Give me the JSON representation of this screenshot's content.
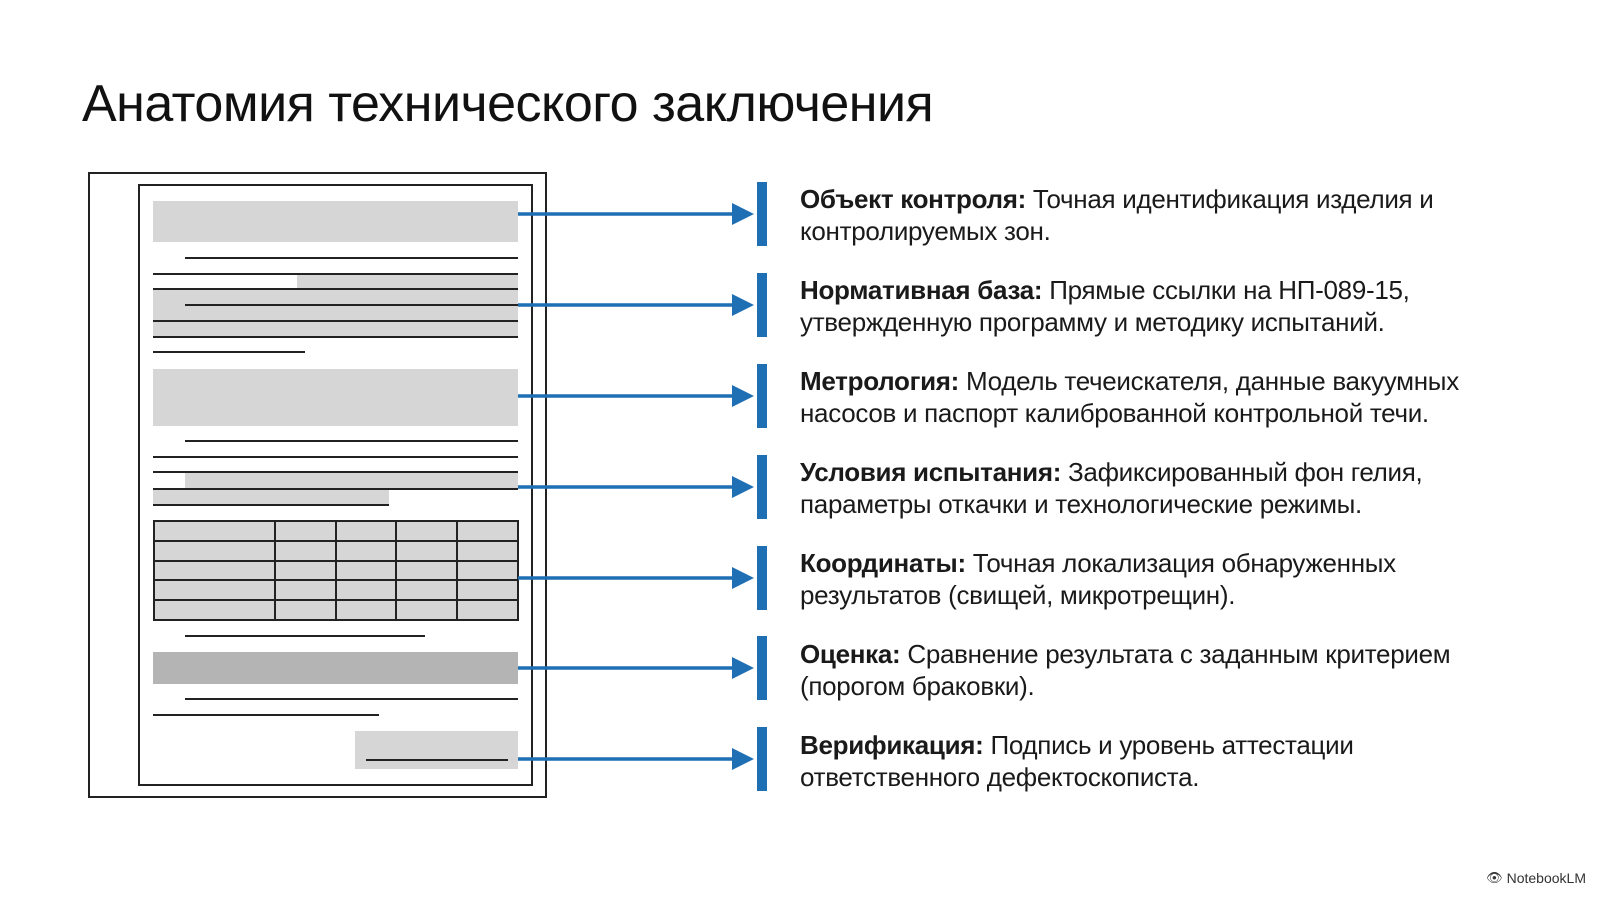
{
  "title": "Анатомия технического заключения",
  "accent_color": "#1f6fb5",
  "items": [
    {
      "label": "Объект контроля:",
      "text": "Точная идентификация изделия и контролируемых зон."
    },
    {
      "label": "Нормативная база:",
      "text": "Прямые ссылки на НП-089-15, утвержденную программу и методику испытаний."
    },
    {
      "label": "Метрология:",
      "text": "Модель течеискателя, данные вакуумных насосов и паспорт калиброванной контрольной течи."
    },
    {
      "label": "Условия испытания:",
      "text": "Зафиксированный фон гелия, параметры откачки и технологические режимы."
    },
    {
      "label": "Координаты:",
      "text": "Точная локализация обнаруженных результатов (свищей, микротрещин)."
    },
    {
      "label": "Оценка:",
      "text": "Сравнение результата с заданным критерием (порогом браковки)."
    },
    {
      "label": "Верификация:",
      "text": "Подпись и уровень аттестации ответственного дефектоскописта."
    }
  ],
  "brand": {
    "icon": "notebooklm-icon",
    "name": "NotebookLM"
  }
}
